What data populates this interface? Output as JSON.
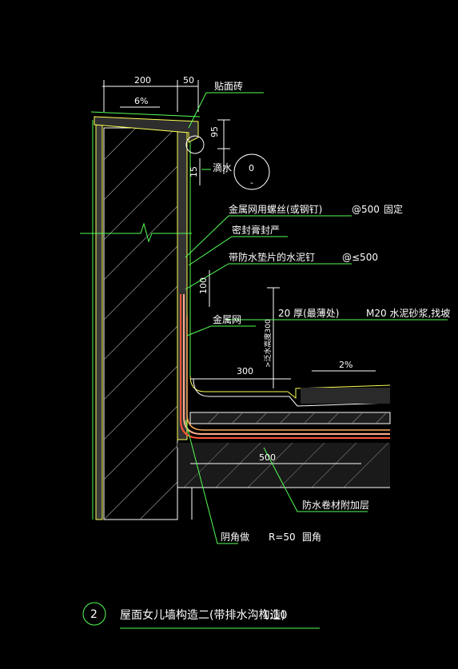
{
  "dimensions": {
    "top_width": "200",
    "top_drip_width": "50",
    "top_slope": "6%",
    "drip_height_95": "95",
    "drip_height_15": "15",
    "lap_height": "100",
    "upturn_height": ">泛水高度300",
    "upturn_width": "300",
    "base_width": "500",
    "roof_slope": "2%"
  },
  "labels": {
    "tile": "贴面砖",
    "drip": "滴水",
    "drip_detail_top": "0",
    "drip_detail_bottom": "-",
    "mesh_fix": "金属网用螺丝(或钢钉)",
    "mesh_fix_spacing": "@500",
    "mesh_fix_suffix": "固定",
    "sealant": "密封膏封严",
    "nails": "带防水垫片的水泥钉",
    "nails_spacing": "@≤500",
    "mesh": "金属网",
    "mortar_thickness": "20 厚(最薄处)",
    "mortar_spec": "M20 水泥砂浆,找坡",
    "membrane": "防水卷材附加层",
    "corner": "阴角做",
    "corner_radius": "R=50",
    "corner_suffix": "圆角"
  },
  "title": {
    "number": "2",
    "text": "屋面女儿墙构造二(带排水沟构造)",
    "scale": "1:10"
  }
}
